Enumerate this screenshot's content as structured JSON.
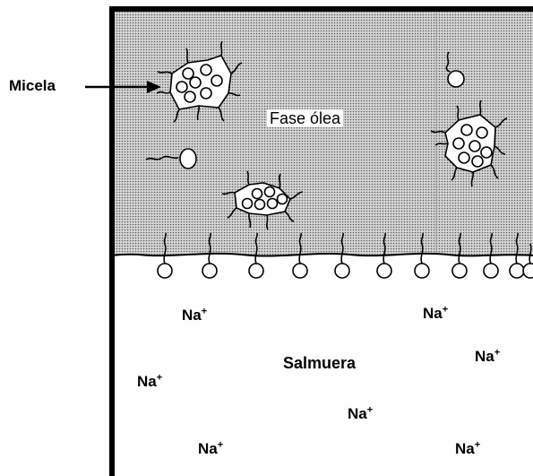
{
  "labels": {
    "micelle": "Micela",
    "oil_phase": "Fase ólea",
    "brine": "Salmuera",
    "ion_base": "Na",
    "ion_charge": "+"
  },
  "colors": {
    "oil_fill": "#cfcfcf",
    "stipple": "#5a5a5a",
    "brine_fill": "#ffffff",
    "stroke": "#000000"
  },
  "ion_count": 7,
  "micelle_count": 3,
  "interface_surfactant_count": 11
}
